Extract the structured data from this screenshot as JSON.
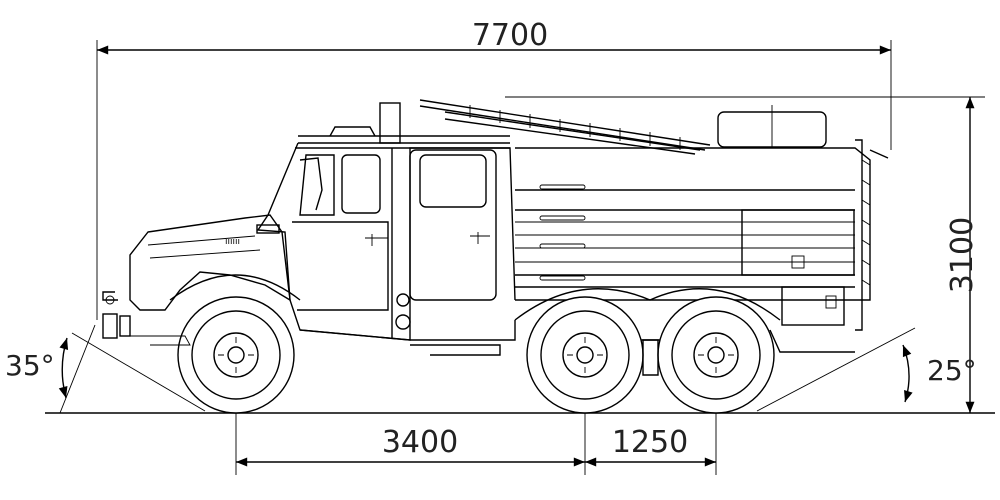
{
  "dimensions": {
    "overall_length": "7700",
    "overall_height": "3100",
    "wheelbase_front": "3400",
    "wheelbase_rear": "1250",
    "approach_angle": "35°",
    "departure_angle": "25°"
  }
}
